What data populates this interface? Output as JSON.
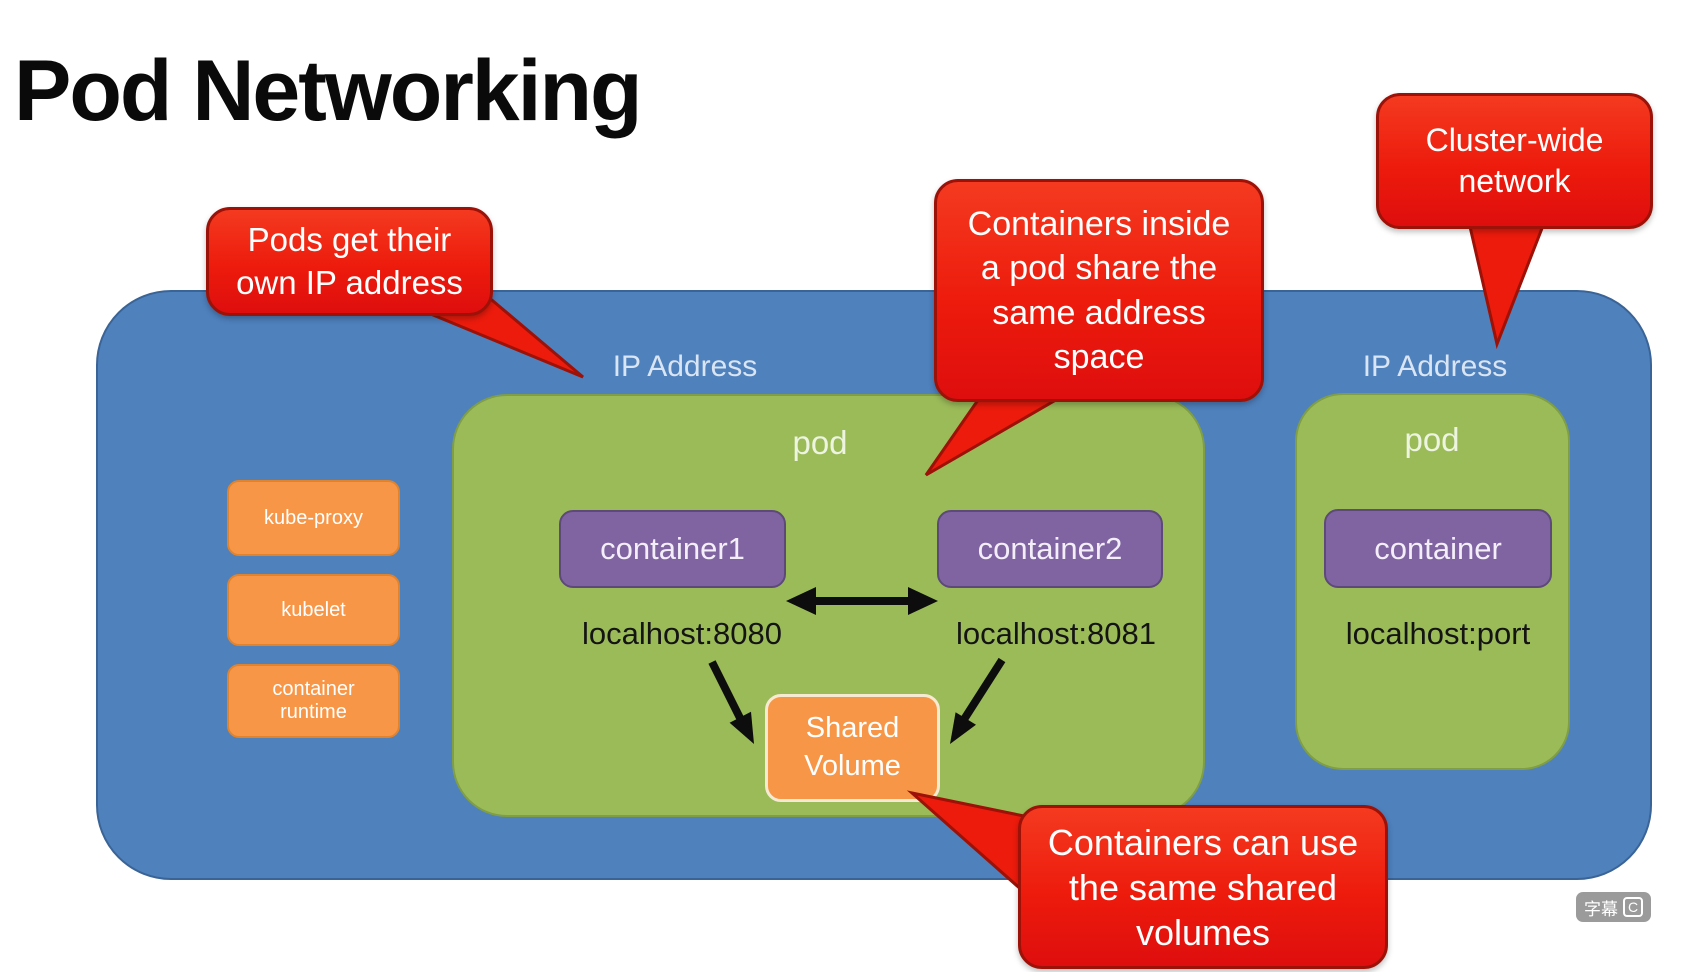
{
  "title": "Pod Networking",
  "colors": {
    "node-blue": "#4f81bd",
    "node-blue-border": "#3a6496",
    "pod-green": "#9bbb59",
    "pod-green-border": "#7f9e45",
    "component-orange": "#f79646",
    "component-orange-border": "#e0832f",
    "container-purple": "#8064a2",
    "container-purple-border": "#5d4a78",
    "callout-red": "#ed1b0c",
    "callout-red-border": "#9c1208",
    "arrow-black": "#0d0d0d",
    "ip-label-text": "#d9e5f2",
    "pod-label-text": "#edf4e0",
    "endpoint-text": "#141414",
    "badge-gray": "rgba(130,130,130,0.8)"
  },
  "cluster": {
    "ip_label_left": "IP Address",
    "ip_label_right": "IP Address",
    "components": [
      {
        "label": "kube-proxy"
      },
      {
        "label": "kubelet"
      },
      {
        "label": "container\nruntime"
      }
    ]
  },
  "main_pod": {
    "label": "pod",
    "container1": "container1",
    "container2": "container2",
    "endpoint1": "localhost:8080",
    "endpoint2": "localhost:8081",
    "shared_volume": "Shared\nVolume"
  },
  "right_pod": {
    "label": "pod",
    "container": "container",
    "endpoint": "localhost:port"
  },
  "callouts": {
    "pods_ip": "Pods get their\nown IP address",
    "address_space": "Containers inside\na pod share the\nsame address\nspace",
    "cluster_network": "Cluster-wide\nnetwork",
    "shared_volumes": "Containers can use\nthe same shared\nvolumes"
  },
  "subtitle_badge": {
    "label": "字幕",
    "key": "C"
  }
}
